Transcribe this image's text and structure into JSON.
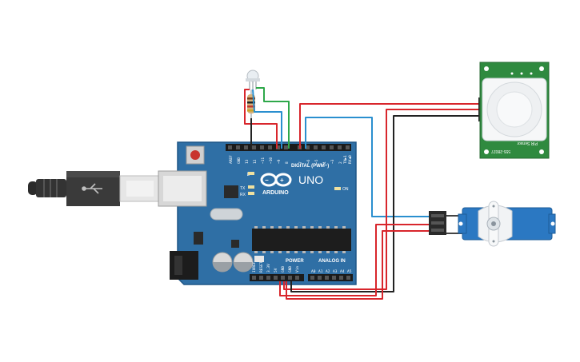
{
  "arduino": {
    "brand": "ARDUINO",
    "model": "UNO",
    "digital_label": "DIGITAL (PWM~)",
    "power_label": "POWER",
    "analog_label": "ANALOG IN",
    "led_l": "L",
    "led_tx": "TX",
    "led_rx": "RX",
    "led_on": "ON",
    "digital_pins": [
      "AREF",
      "GND",
      "13",
      "12",
      "~11",
      "~10",
      "~9",
      "8",
      "7",
      "~6",
      "~5",
      "4",
      "~3",
      "2",
      "TX▶1",
      "RX◀0"
    ],
    "power_pins": [
      "IOREF",
      "RESET",
      "3.3V",
      "5V",
      "GND",
      "GND",
      "Vin"
    ],
    "analog_pins": [
      "A0",
      "A1",
      "A2",
      "A3",
      "A4",
      "A5"
    ]
  },
  "pir": {
    "label": "PIR Sensor",
    "code": "555-28027"
  },
  "colors": {
    "board": "#2f6fa5",
    "board_edge": "#1f5687",
    "wire_red": "#d8262c",
    "wire_black": "#222222",
    "wire_green": "#2ea84a",
    "wire_blue": "#2a8fcf",
    "pir_board": "#2f8a3f",
    "servo": "#2b78c2"
  },
  "icons": [
    "usb-cable-icon",
    "arduino-infinity-logo-icon",
    "resistor-icon",
    "led-icon",
    "servo-motor-icon",
    "pir-sensor-icon"
  ]
}
